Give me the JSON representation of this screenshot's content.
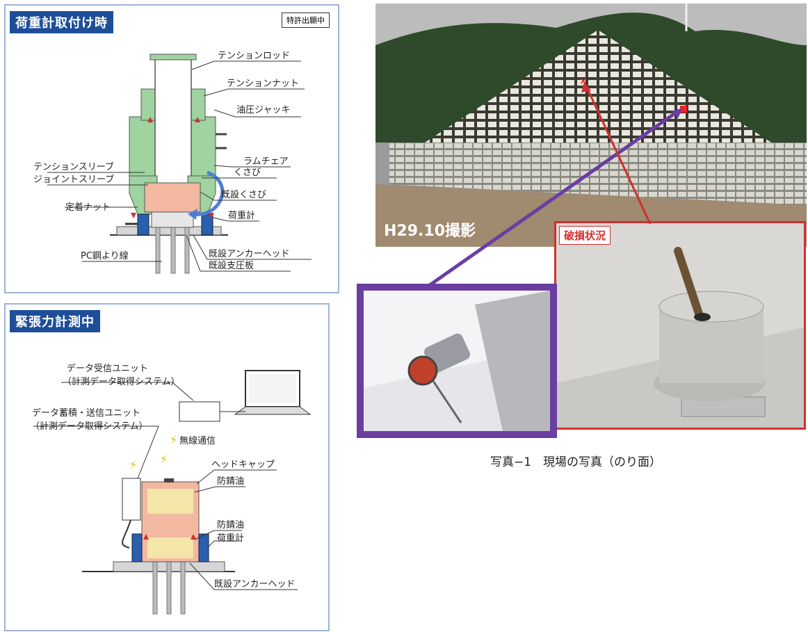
{
  "panel1": {
    "title": "荷重計取付け時",
    "patent_badge": "特許出願中",
    "labels": {
      "tension_rod": "テンションロッド",
      "tension_nut": "テンションナット",
      "hydraulic_jack": "油圧ジャッキ",
      "ram_chair": "ラムチェア",
      "wedge": "くさび",
      "tension_sleeve": "テンションスリーブ",
      "joint_sleeve": "ジョイントスリーブ",
      "existing_wedge": "既設くさび",
      "anchor_nut": "定着ナット",
      "load_cell": "荷重計",
      "pc_strand": "PC鋼より線",
      "existing_anchor_head": "既設アンカーヘッド",
      "existing_bearing_plate": "既設支圧板"
    }
  },
  "panel2": {
    "title": "緊張力計測中",
    "labels": {
      "receiver_unit": "データ受信ユニット",
      "receiver_system": "（計測データ取得システム）",
      "storage_unit": "データ蓄積・送信ユニット",
      "storage_system": "（計測データ取得システム）",
      "wireless": "無線通信",
      "head_cap": "ヘッドキャップ",
      "rust_oil_1": "防錆油",
      "rust_oil_2": "防錆油",
      "load_cell": "荷重計",
      "existing_anchor_head": "既設アンカーヘッド"
    }
  },
  "photos": {
    "slope_stamp": "H29.10撮影",
    "damage_label": "破損状況",
    "caption": "写真−1　現場の写真（のり面）"
  },
  "colors": {
    "header_blue": "#1f4e99",
    "green": "#9fd3a0",
    "salmon": "#f2b8a0",
    "blue_device": "#2a5fb0",
    "purple": "#6a3ea1",
    "red": "#d32f2f"
  }
}
